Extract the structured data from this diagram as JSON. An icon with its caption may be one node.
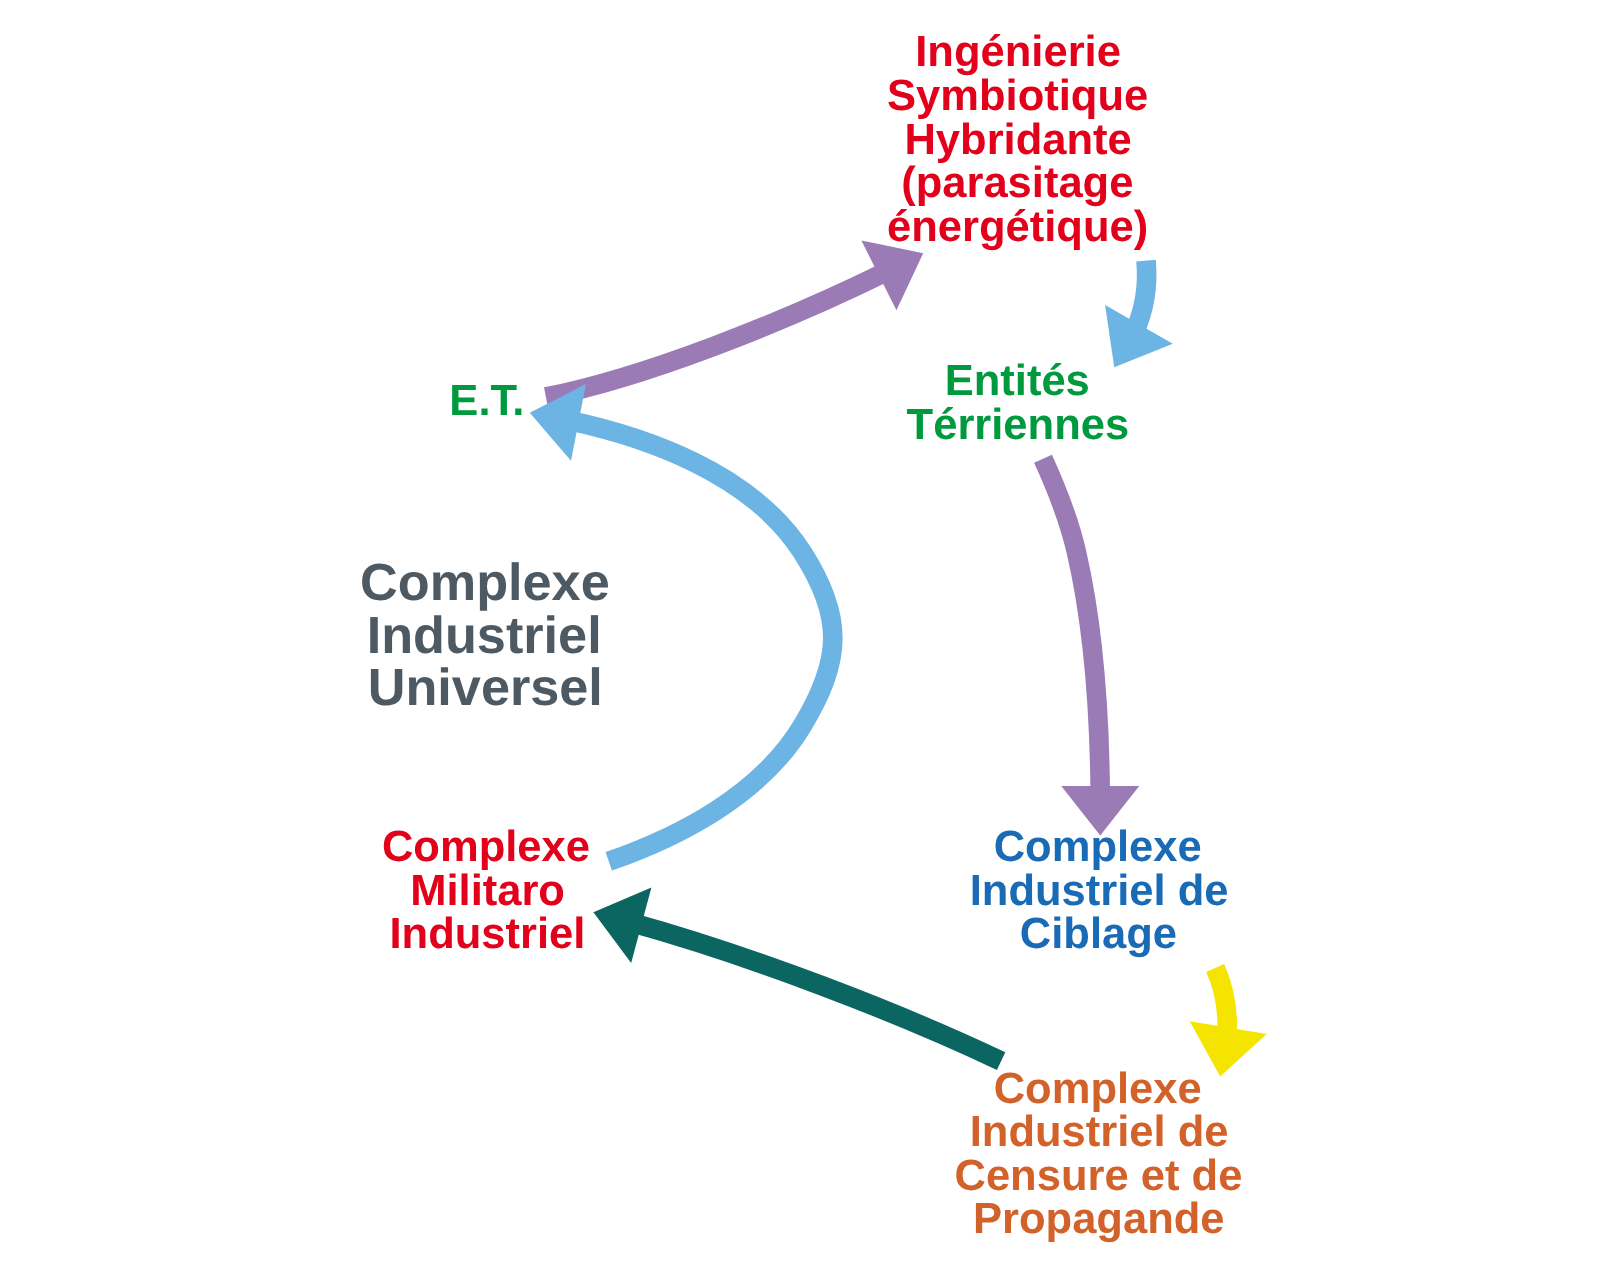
{
  "diagram": {
    "nodes": [
      {
        "text": [
          "Ingénierie Symbiotique Hybridante (parasitage énergétique)"
        ]
      },
      {
        "text": [
          "E.T."
        ]
      },
      {
        "text": [
          "Entités Térriennes"
        ]
      },
      {
        "text": [
          "Complexe Militaro Industriel"
        ]
      },
      {
        "text": [
          "Complexe Industriel de Ciblage"
        ]
      },
      {
        "text": [
          "Complexe Industriel de Censure et de Propagande"
        ]
      }
    ],
    "edges": [
      {
        "from": 0,
        "to": 2,
        "arrow": "to",
        "color": "#6cb4e4"
      },
      {
        "from": 2,
        "to": 4,
        "arrow": "to",
        "color": "#9b7bb6"
      },
      {
        "from": 4,
        "to": 5,
        "arrow": "to",
        "color": "#f5e400"
      },
      {
        "from": 5,
        "to": 3,
        "arrow": "to",
        "color": "#0b6561"
      },
      {
        "from": 3,
        "to": 1,
        "arrow": "to",
        "color": "#6cb4e4"
      },
      {
        "from": 1,
        "to": 0,
        "arrow": "to",
        "color": "#9b7bb6"
      }
    ],
    "labels": [
      "Complexe Industriel Universel"
    ]
  }
}
